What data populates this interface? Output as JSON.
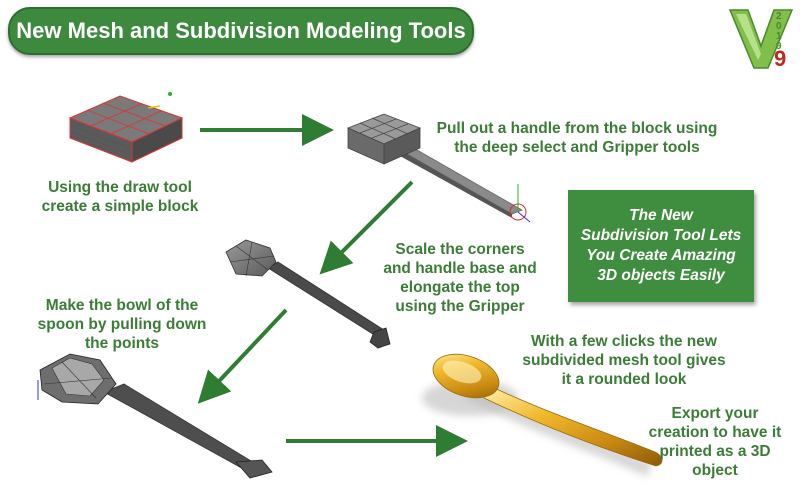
{
  "header": {
    "title": "New Mesh and Subdivision Modeling Tools"
  },
  "logo": {
    "version": "9",
    "mark": "V",
    "vertical_text": "2019"
  },
  "steps": [
    {
      "text": "Using the draw tool\ncreate a simple block"
    },
    {
      "text": "Pull out a handle from the block using\nthe deep select and Gripper tools"
    },
    {
      "text": "Scale the corners\nand handle base and\nelongate the top\nusing the Gripper"
    },
    {
      "text": "Make the bowl of the\nspoon by pulling down\nthe points"
    },
    {
      "text": "With a few clicks the new\nsubdivided mesh tool gives\nit a rounded look"
    },
    {
      "text": "Export your\ncreation to have it\nprinted as a 3D\nobject"
    }
  ],
  "promo": {
    "text": "The  New\nSubdivision Tool Lets\nYou Create Amazing\n3D objects Easily"
  },
  "colors": {
    "accent": "#3d8a3f",
    "text_green": "#3b7d37",
    "arrow": "#2e7d32",
    "gold": "#d9a020",
    "version_red": "#c0281e"
  }
}
